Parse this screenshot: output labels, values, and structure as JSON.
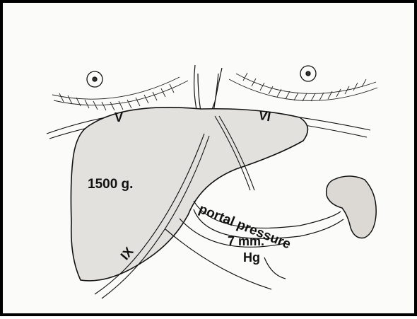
{
  "labels": {
    "mass": "1500 g.",
    "rib_left": "V",
    "rib_right": "VI",
    "rib_lower": "IX",
    "pressure_line1": "portal pressure",
    "pressure_line2": "7 mm.",
    "pressure_line3": "Hg"
  },
  "colors": {
    "ink": "#111111",
    "liver_shade": "#e3e1dd",
    "spleen_shade": "#dcd9d4",
    "paper": "#fbfbfa"
  }
}
